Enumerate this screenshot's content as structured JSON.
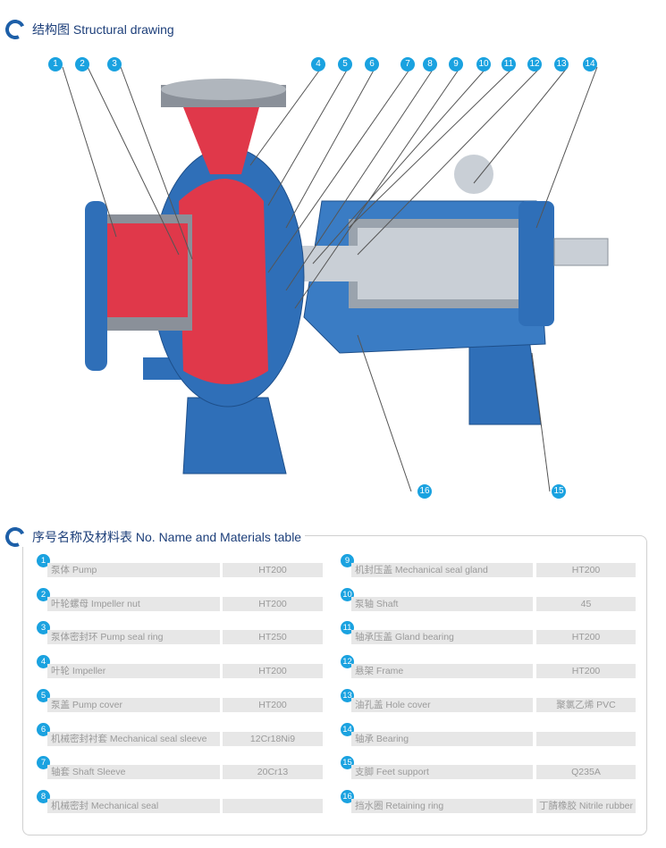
{
  "section1": {
    "title": "结构图 Structural drawing"
  },
  "drawing": {
    "callouts_top": [
      "1",
      "2",
      "3",
      "4",
      "5",
      "6",
      "7",
      "8",
      "9",
      "10",
      "11",
      "12",
      "13",
      "14"
    ],
    "callouts_bottom": [
      "16",
      "15"
    ]
  },
  "section2": {
    "title": "序号名称及材料表 No. Name and Materials table"
  },
  "colors": {
    "accent": "#1aa2e0",
    "title": "#1d3f7a",
    "pump_blue": "#2f6fb8",
    "pump_red": "#e0384a"
  },
  "table": {
    "left": [
      {
        "no": "1",
        "name": "泵体 Pump",
        "material": "HT200"
      },
      {
        "no": "2",
        "name": "叶轮螺母 Impeller nut",
        "material": "HT200"
      },
      {
        "no": "3",
        "name": "泵体密封环 Pump seal ring",
        "material": "HT250"
      },
      {
        "no": "4",
        "name": "叶轮 Impeller",
        "material": "HT200"
      },
      {
        "no": "5",
        "name": "泵盖 Pump cover",
        "material": "HT200"
      },
      {
        "no": "6",
        "name": "机械密封衬套 Mechanical seal sleeve",
        "material": "12Cr18Ni9"
      },
      {
        "no": "7",
        "name": "轴套 Shaft Sleeve",
        "material": "20Cr13"
      },
      {
        "no": "8",
        "name": "机械密封 Mechanical seal",
        "material": ""
      }
    ],
    "right": [
      {
        "no": "9",
        "name": "机封压盖 Mechanical seal gland",
        "material": "HT200"
      },
      {
        "no": "10",
        "name": "泵轴 Shaft",
        "material": "45"
      },
      {
        "no": "11",
        "name": "轴承压盖 Gland bearing",
        "material": "HT200"
      },
      {
        "no": "12",
        "name": "悬架 Frame",
        "material": "HT200"
      },
      {
        "no": "13",
        "name": "油孔盖 Hole cover",
        "material": "聚氯乙烯 PVC"
      },
      {
        "no": "14",
        "name": "轴承 Bearing",
        "material": ""
      },
      {
        "no": "15",
        "name": "支脚 Feet support",
        "material": "Q235A"
      },
      {
        "no": "16",
        "name": "挡水圈 Retaining ring",
        "material": "丁腈橡胶 Nitrile rubber"
      }
    ]
  }
}
